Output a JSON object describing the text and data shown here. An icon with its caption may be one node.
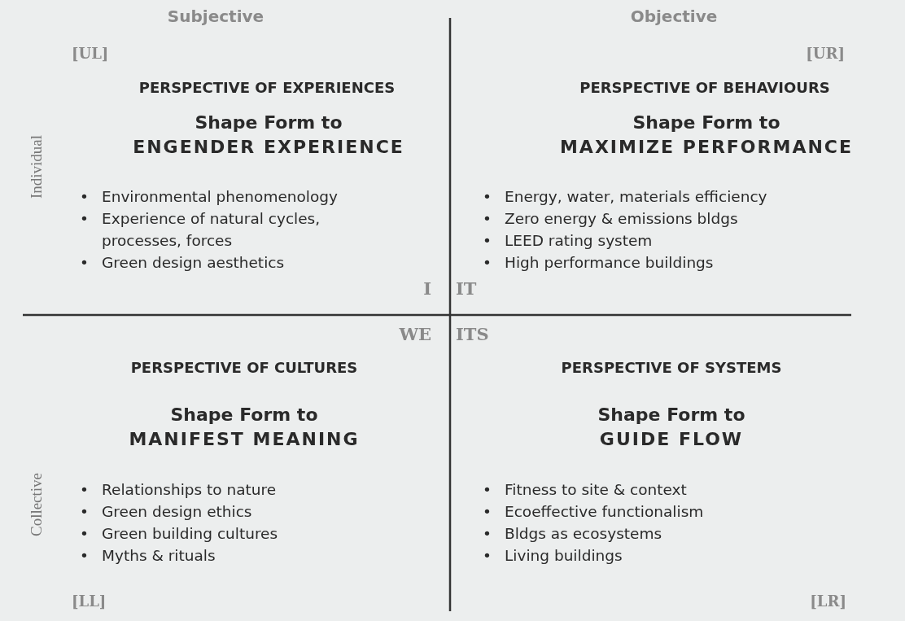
{
  "diagram": {
    "labels": [
      "Subjective",
      "Objective",
      "[UL]",
      "[UR]",
      "PERSPECTIVE OF EXPERIENCES",
      "PERSPECTIVE OF BEHAVIOURS",
      "Individual",
      "Shape Form to",
      "Shape Form to",
      "ENGENDER EXPERIENCE",
      "MAXIMIZE PERFORMANCE",
      "•",
      "Environmental phenomenology",
      "•",
      "Experience of natural cycles, processes, forces",
      "•",
      "Green design aesthetics",
      "•",
      "Energy, water, materials efficiency",
      "•",
      "Zero energy & emissions bldgs",
      "•",
      "LEED rating system",
      "•",
      "High performance buildings",
      "I",
      "IT",
      "WE",
      "ITS",
      "PERSPECTIVE OF CULTURES",
      "PERSPECTIVE OF SYSTEMS",
      "Shape Form to",
      "Shape Form to",
      "MANIFEST MEANING",
      "GUIDE FLOW",
      "Collective",
      "•",
      "Relationships to nature",
      "•",
      "Green design ethics",
      "•",
      "Green building cultures",
      "•",
      "Myths & rituals",
      "•",
      "Fitness to site & context",
      "•",
      "Ecoeffective functionalism",
      "•",
      "Bldgs as ecosystems",
      "•",
      "Living buildings",
      "[LL]",
      "[LR]"
    ]
  }
}
